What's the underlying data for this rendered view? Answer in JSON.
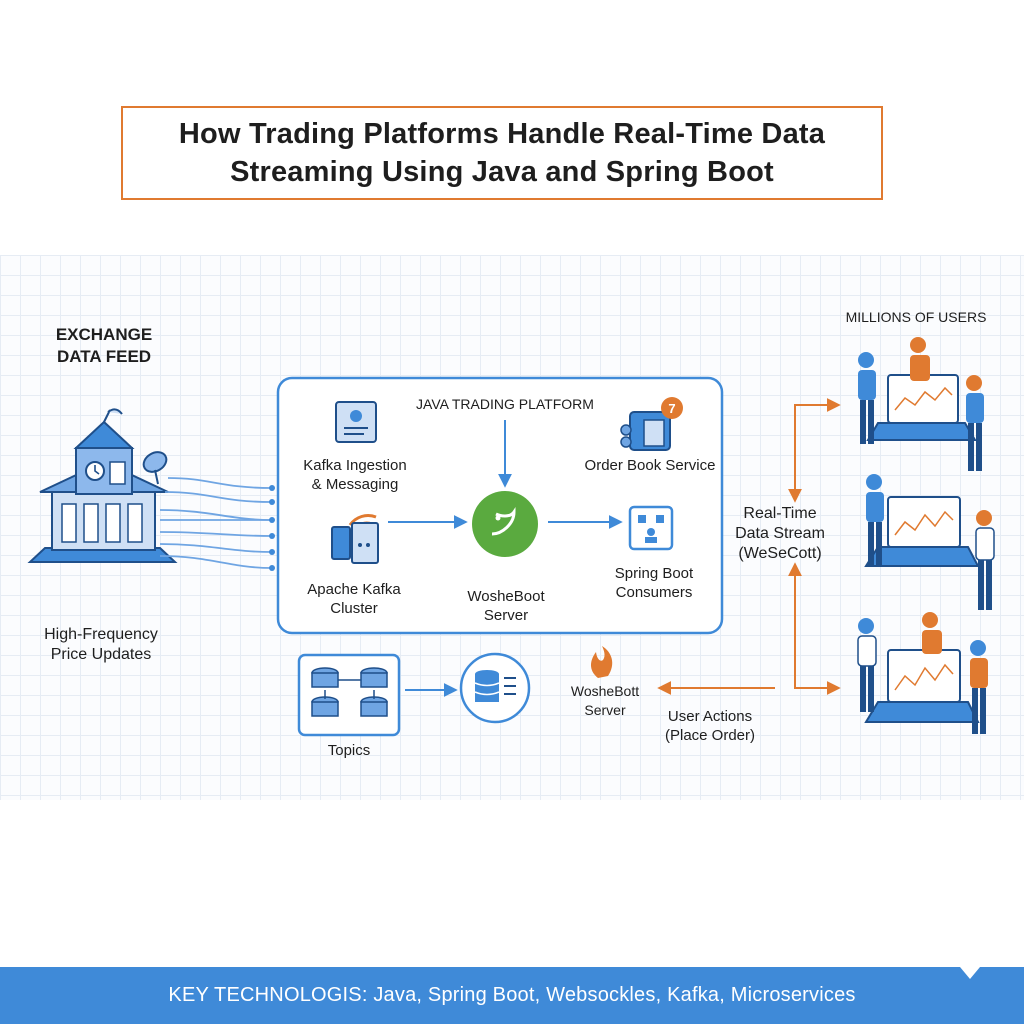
{
  "title": {
    "line1": "How Trading Platforms Handle Real-Time Data",
    "line2": "Streaming Using Java and Spring Boot"
  },
  "exchange": {
    "heading_line1": "EXCHANGE",
    "heading_line2": "DATA FEED",
    "caption_line1": "High-Frequency",
    "caption_line2": "Price Updates",
    "icon": "exchange-building-icon"
  },
  "platform": {
    "title": "JAVA TRADING PLATFORM",
    "kafka_ingestion": {
      "line1": "Kafka Ingestion",
      "line2": "& Messaging",
      "icon": "message-box-icon"
    },
    "kafka_cluster": {
      "line1": "Apache Kafka",
      "line2": "Cluster",
      "icon": "kafka-cluster-icon"
    },
    "server": {
      "line1": "WosheBoot",
      "line2": "Server",
      "icon": "spring-boot-icon"
    },
    "order_book": {
      "label": "Order Book Service",
      "icon": "order-book-icon",
      "badge": "7"
    },
    "consumers": {
      "line1": "Spring Boot",
      "line2": "Consumers",
      "icon": "consumers-icon"
    }
  },
  "topics": {
    "label": "Topics",
    "icon": "database-cluster-icon"
  },
  "bott_server": {
    "line1": "WosheBott",
    "line2": "Server",
    "icon": "database-icon",
    "flame_icon": "flame-icon"
  },
  "user_actions": {
    "line1": "User Actions",
    "line2": "(Place Order)"
  },
  "stream": {
    "line1": "Real-Time",
    "line2": "Data Stream",
    "line3": "(WeSeCott)"
  },
  "users": {
    "heading": "MILLIONS OF USERS",
    "icon": "users-with-laptop-icon"
  },
  "footer": {
    "text": "KEY TECHNOLOGIS: Java, Spring Boot, Websockles, Kafka, Microservices"
  },
  "colors": {
    "accent_blue": "#3f8ad8",
    "accent_orange": "#e07a30",
    "green": "#5aaa3f"
  }
}
